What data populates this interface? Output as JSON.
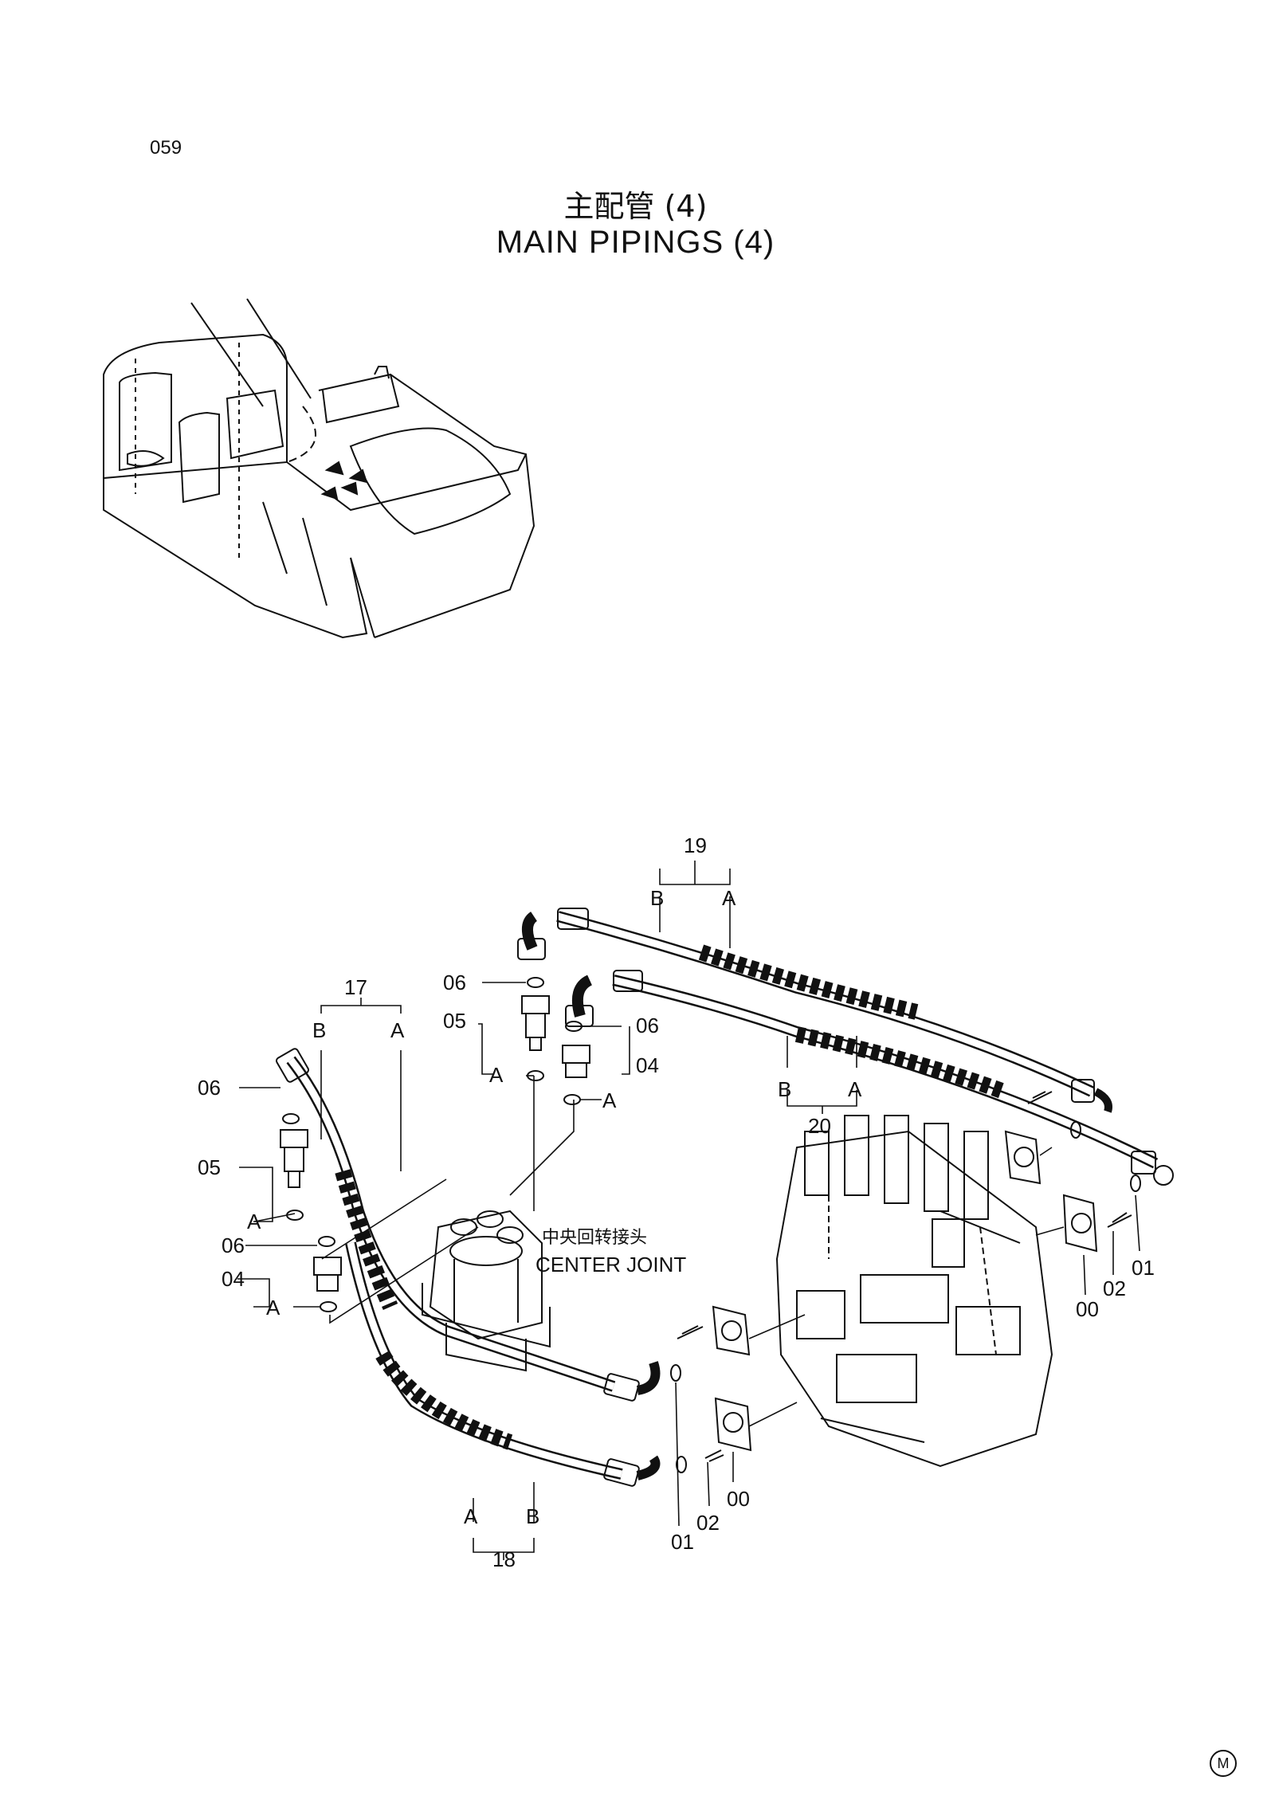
{
  "header": {
    "page_number": "059",
    "title_cn": "主配管 (4)",
    "title_en": "MAIN PIPINGS (4)"
  },
  "labels": {
    "assembly_19": "19",
    "assembly_20": "20",
    "assembly_17": "17",
    "assembly_18": "18",
    "end_a": "A",
    "end_b": "B",
    "part_06": "06",
    "part_05": "05",
    "part_04": "04",
    "part_02": "02",
    "part_01": "01",
    "part_00": "00",
    "center_joint_cn": "中央回转接头",
    "center_joint_en": "CENTER JOINT"
  },
  "footer": {
    "mark": "M"
  }
}
